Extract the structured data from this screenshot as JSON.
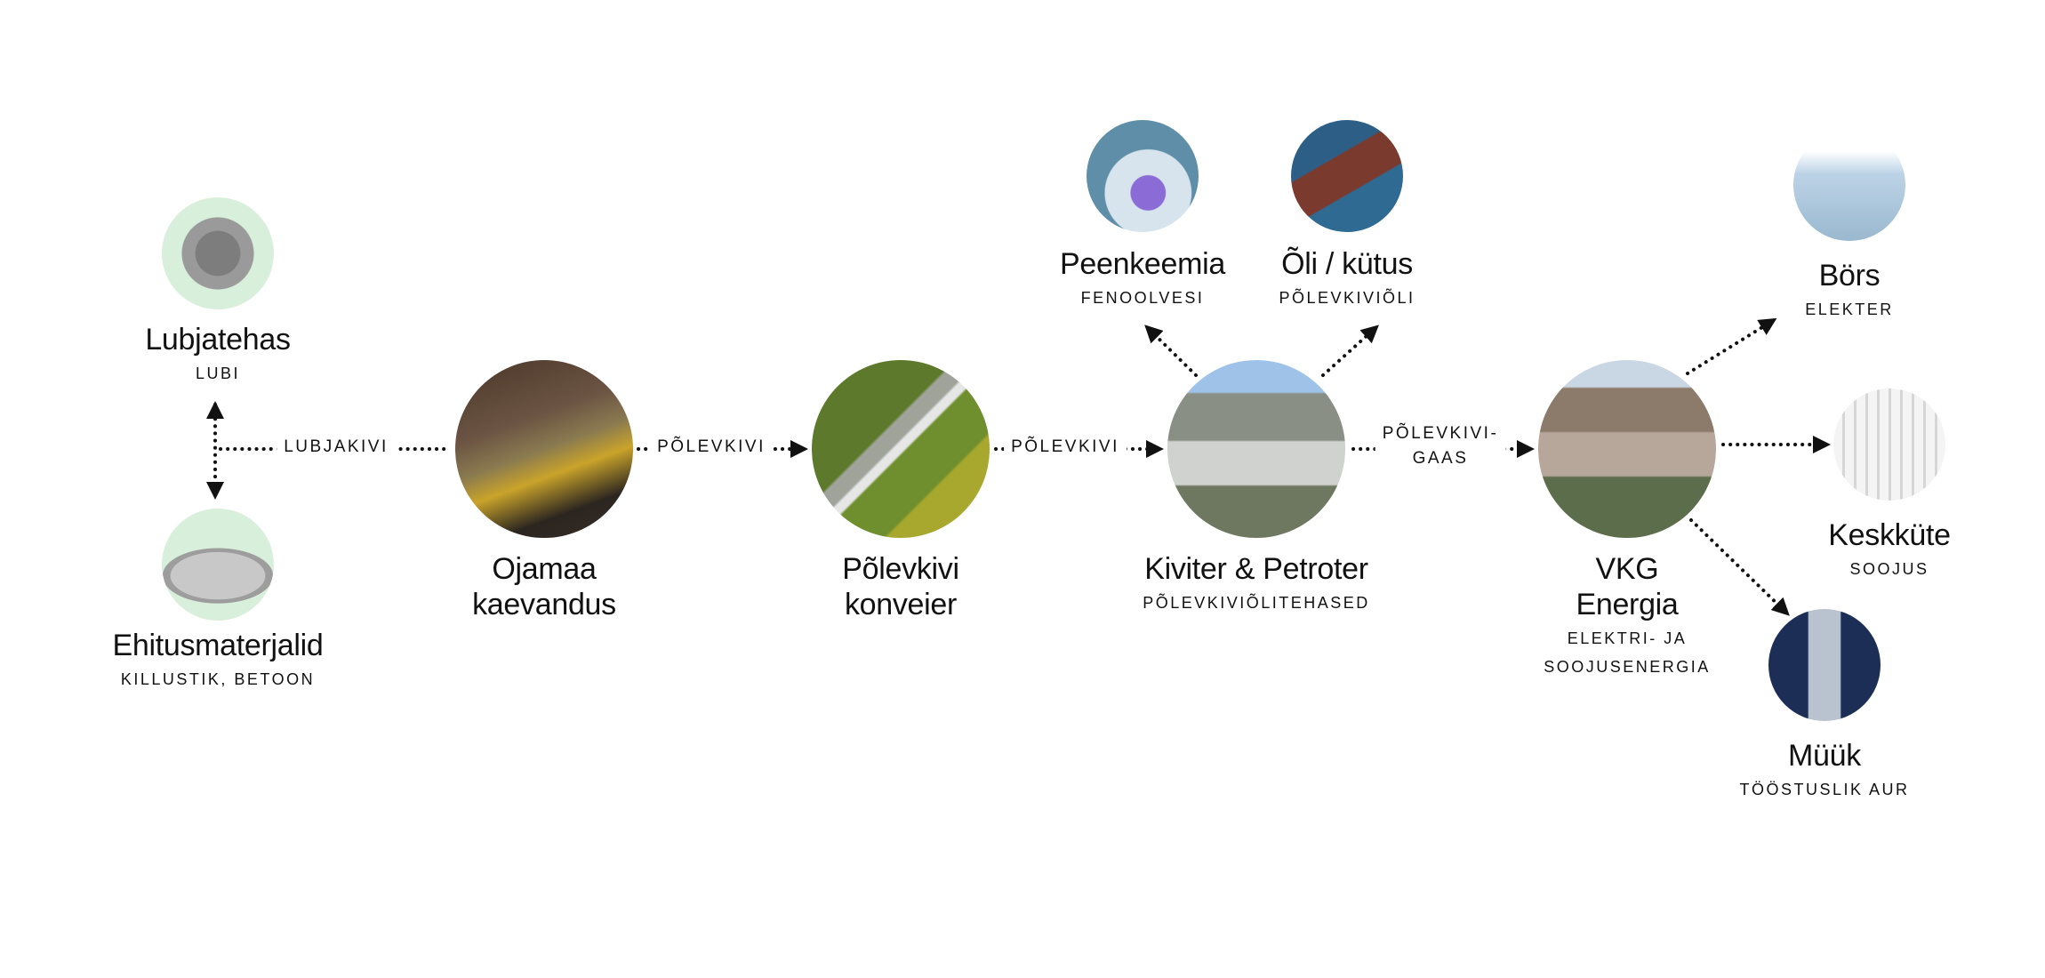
{
  "colors": {
    "accent_green": "#d8efdb",
    "text": "#111111",
    "arrow": "#111111"
  },
  "nodes": [
    {
      "id": "lubjatehas",
      "title": [
        "Lubjatehas"
      ],
      "sub": [
        "LUBI"
      ],
      "image": "limestone-rocks"
    },
    {
      "id": "ehitusmaterjalid",
      "title": [
        "Ehitusmaterjalid"
      ],
      "sub": [
        "KILLUSTIK, BETOON"
      ],
      "image": "crushed-stone"
    },
    {
      "id": "ojamaa",
      "title": [
        "Ojamaa",
        "kaevandus"
      ],
      "sub": [],
      "image": "mine-loader"
    },
    {
      "id": "konveier",
      "title": [
        "Põlevkivi",
        "konveier"
      ],
      "sub": [],
      "image": "conveyor-forest"
    },
    {
      "id": "kiviter",
      "title": [
        "Kiviter & Petroter"
      ],
      "sub": [
        "PÕLEVKIVIÕLITEHASED"
      ],
      "image": "oil-plant"
    },
    {
      "id": "peenkeemia",
      "title": [
        "Peenkeemia"
      ],
      "sub": [
        "FENOOLVESI"
      ],
      "image": "chemistry-flask"
    },
    {
      "id": "oli",
      "title": [
        "Õli / kütus"
      ],
      "sub": [
        "PÕLEVKIVIÕLI"
      ],
      "image": "tanker-ship"
    },
    {
      "id": "vkg",
      "title": [
        "VKG",
        "Energia"
      ],
      "sub": [
        "ELEKTRI- JA",
        "SOOJUSENERGIA"
      ],
      "image": "power-plant"
    },
    {
      "id": "bors",
      "title": [
        "Börs"
      ],
      "sub": [
        "ELEKTER"
      ],
      "image": "power-lines"
    },
    {
      "id": "keskkute",
      "title": [
        "Keskküte"
      ],
      "sub": [
        "SOOJUS"
      ],
      "image": "radiator"
    },
    {
      "id": "muuk",
      "title": [
        "Müük"
      ],
      "sub": [
        "TÖÖSTUSLIK AUR"
      ],
      "image": "steam-tower"
    }
  ],
  "edges": [
    {
      "from": "ojamaa",
      "to": "lubjatehas-ehitusmaterjalid",
      "label": [
        "LUBJAKIVI"
      ]
    },
    {
      "from": "ojamaa",
      "to": "konveier",
      "label": [
        "PÕLEVKIVI"
      ]
    },
    {
      "from": "konveier",
      "to": "kiviter",
      "label": [
        "PÕLEVKIVI"
      ]
    },
    {
      "from": "kiviter",
      "to": "vkg",
      "label": [
        "PÕLEVKIVI-",
        "GAAS"
      ]
    },
    {
      "from": "kiviter",
      "to": "peenkeemia",
      "label": []
    },
    {
      "from": "kiviter",
      "to": "oli",
      "label": []
    },
    {
      "from": "vkg",
      "to": "bors",
      "label": []
    },
    {
      "from": "vkg",
      "to": "keskkute",
      "label": []
    },
    {
      "from": "vkg",
      "to": "muuk",
      "label": []
    }
  ]
}
